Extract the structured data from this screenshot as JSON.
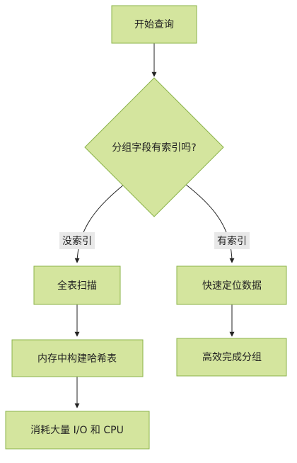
{
  "colors": {
    "node_fill": "#d4e59e",
    "node_stroke": "#8bb34a",
    "edge": "#222222",
    "label_bg": "#e8e8e8"
  },
  "nodes": {
    "start": "开始查询",
    "decision": "分组字段有索引吗?",
    "full_scan": "全表扫描",
    "fast_locate": "快速定位数据",
    "build_hash": "内存中构建哈希表",
    "efficient_group": "高效完成分组",
    "io_cpu": "消耗大量 I/O 和 CPU"
  },
  "edges": {
    "no_index": "没索引",
    "has_index": "有索引"
  }
}
